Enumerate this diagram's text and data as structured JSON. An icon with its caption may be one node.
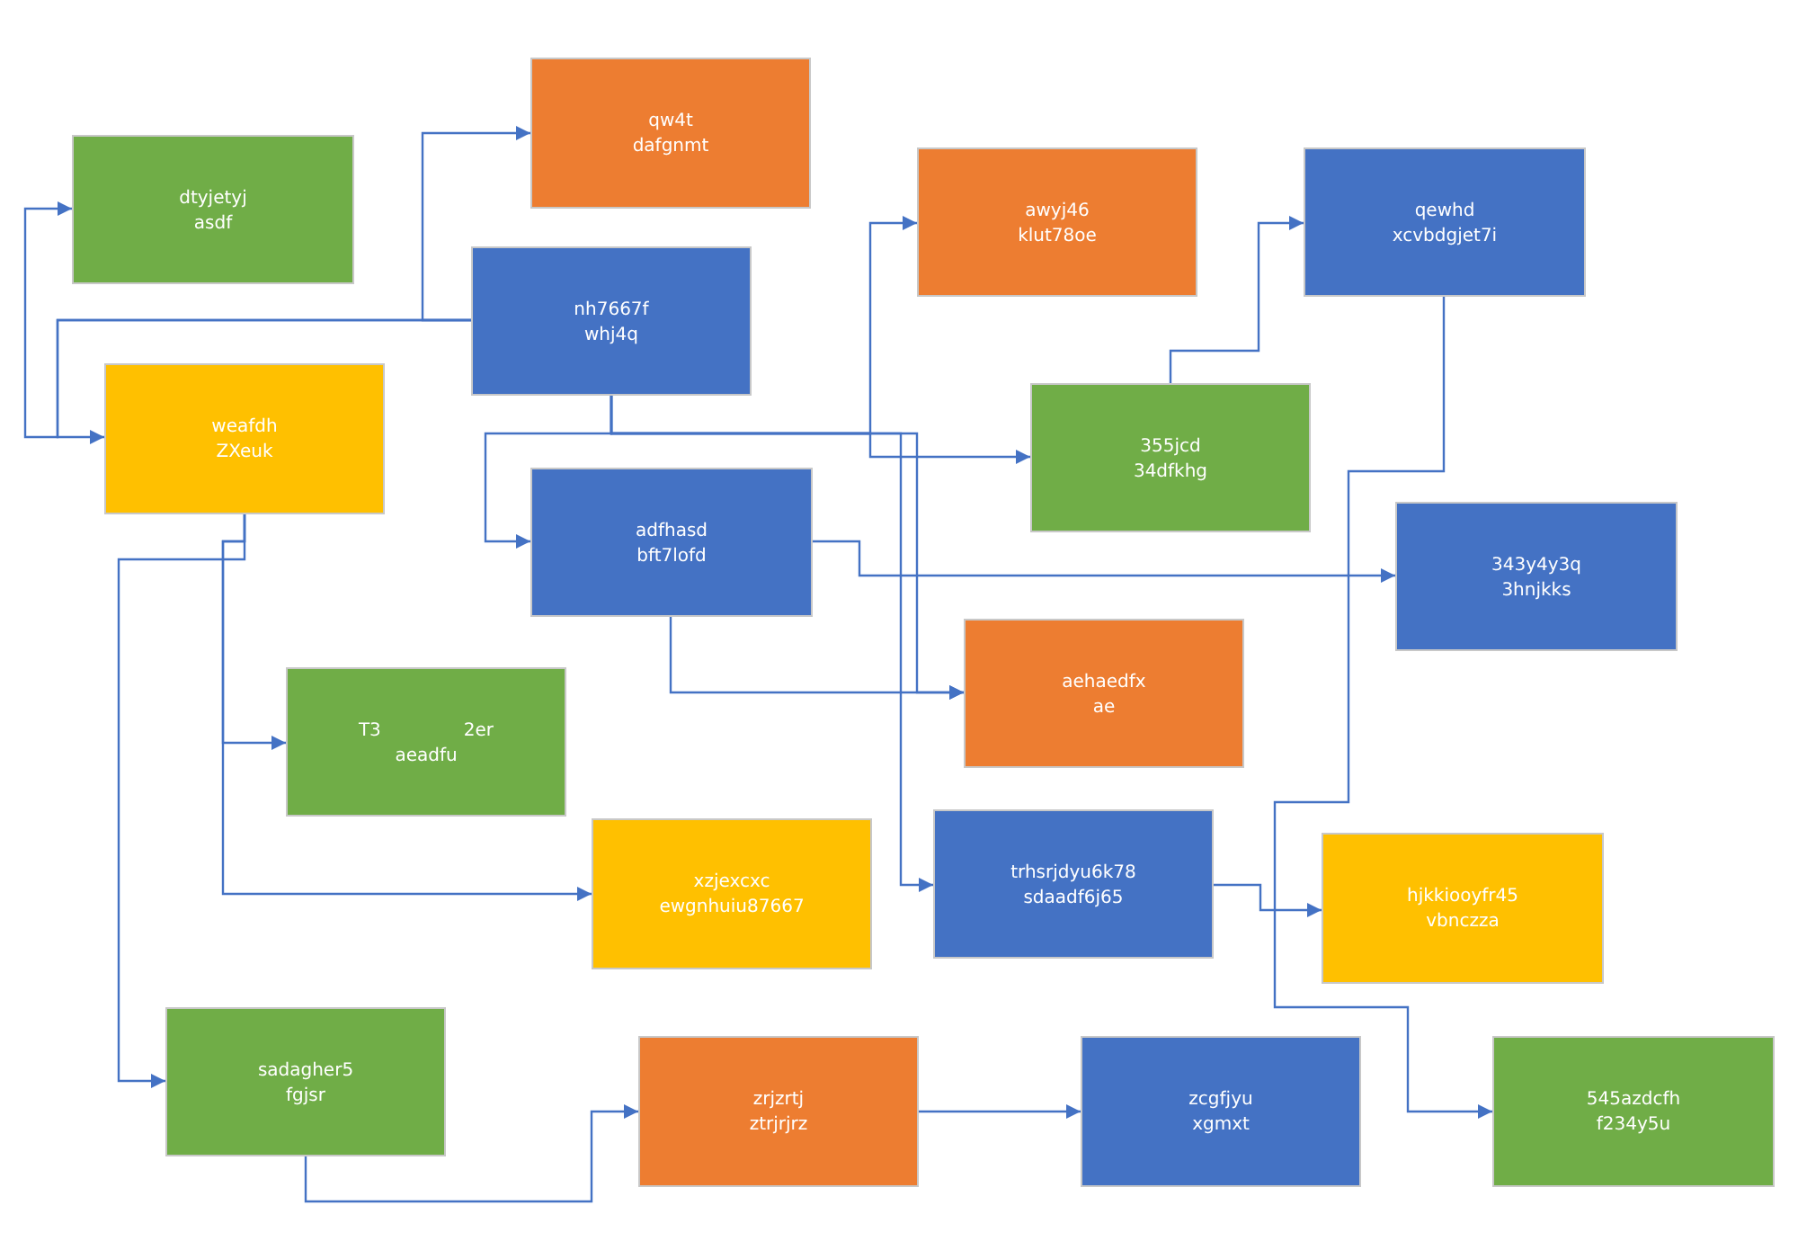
{
  "diagram": {
    "nodes": [
      {
        "text": [
          "qw4t",
          "dafgnmt"
        ]
      },
      {
        "text": [
          "dtyjetyj",
          "asdf"
        ]
      },
      {
        "text": [
          "awyj46",
          "klut78oe"
        ]
      },
      {
        "text": [
          "qewhd",
          "xcvbdgjet7i"
        ]
      },
      {
        "text": [
          "nh7667f",
          "whj4q"
        ]
      },
      {
        "text": [
          "weafdh",
          "ZXeuk"
        ]
      },
      {
        "text": [
          "355jcd",
          "34dfkhg"
        ]
      },
      {
        "text": [
          "adfhasd",
          "bft7lofd"
        ]
      },
      {
        "text": [
          "343y4y3q",
          "3hnjkks"
        ]
      },
      {
        "text": [
          "aehaedfx",
          "ae"
        ]
      },
      {
        "text": [
          "T3",
          "2er",
          "aeadfu"
        ]
      },
      {
        "text": [
          "xzjexcxc",
          "ewgnhuiu87667"
        ]
      },
      {
        "text": [
          "trhsrjdyu6k78",
          "sdaadf6j65"
        ]
      },
      {
        "text": [
          "hjkkiooyfr45",
          "vbnczza"
        ]
      },
      {
        "text": [
          "sadagher5",
          "fgjsr"
        ]
      },
      {
        "text": [
          "zrjzrtj",
          "ztrjrjrz"
        ]
      },
      {
        "text": [
          "zcgfjyu",
          "xgmxt"
        ]
      },
      {
        "text": [
          "545azdcfh",
          "f234y5u"
        ]
      }
    ],
    "edges": [
      {
        "from": 4,
        "to": 0,
        "arrow": "to"
      },
      {
        "from": 4,
        "to": 1,
        "arrow": "to"
      },
      {
        "from": 4,
        "to": 5,
        "arrow": "to"
      },
      {
        "from": 4,
        "to": 7,
        "arrow": "to"
      },
      {
        "from": 4,
        "to": 2,
        "arrow": "to"
      },
      {
        "from": 4,
        "to": 6,
        "arrow": "to"
      },
      {
        "from": 4,
        "to": 9,
        "arrow": "to"
      },
      {
        "from": 4,
        "to": 12,
        "arrow": "to"
      },
      {
        "from": 7,
        "to": 8,
        "arrow": "to"
      },
      {
        "from": 7,
        "to": 9,
        "arrow": "to"
      },
      {
        "from": 5,
        "to": 10,
        "arrow": "to"
      },
      {
        "from": 5,
        "to": 11,
        "arrow": "to"
      },
      {
        "from": 5,
        "to": 14,
        "arrow": "to"
      },
      {
        "from": 6,
        "to": 3,
        "arrow": "to"
      },
      {
        "from": 3,
        "to": 17,
        "arrow": "to"
      },
      {
        "from": 12,
        "to": 13,
        "arrow": "to"
      },
      {
        "from": 14,
        "to": 15,
        "arrow": "to"
      },
      {
        "from": 15,
        "to": 16,
        "arrow": "to"
      }
    ]
  }
}
